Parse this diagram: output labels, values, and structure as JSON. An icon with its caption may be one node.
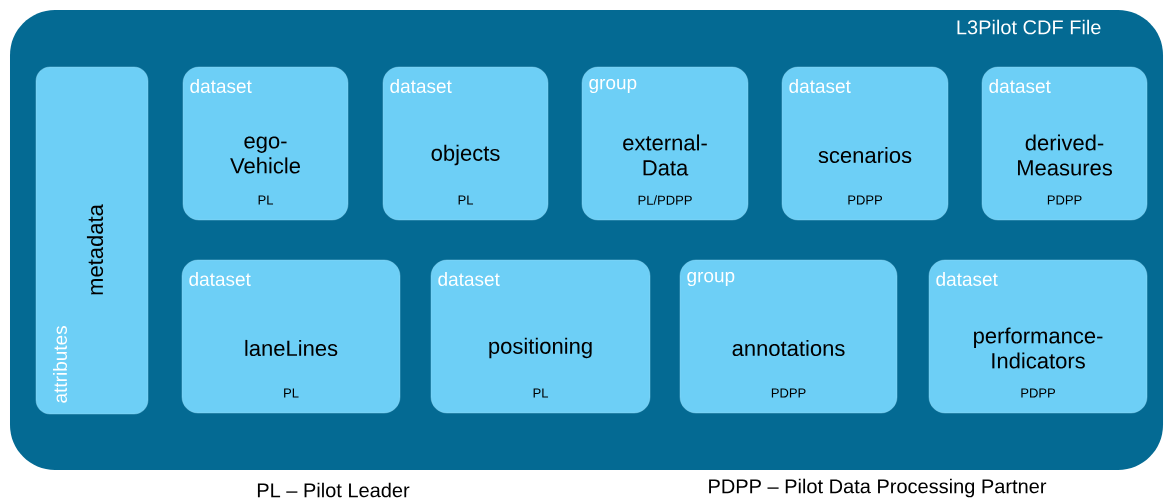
{
  "diagram": {
    "nodes": [
      {
        "text": [
          "L3Pilot CDF File"
        ]
      },
      {
        "text": [
          "metadata",
          "attributes"
        ],
        "in": 0
      },
      {
        "text": [
          "dataset",
          "ego-Vehicle",
          "PL"
        ],
        "in": 0
      },
      {
        "text": [
          "dataset",
          "objects",
          "PL"
        ],
        "in": 0
      },
      {
        "text": [
          "group",
          "external-Data",
          "PL/PDPP"
        ],
        "in": 0
      },
      {
        "text": [
          "dataset",
          "scenarios",
          "PDPP"
        ],
        "in": 0
      },
      {
        "text": [
          "dataset",
          "derived-Measures",
          "PDPP"
        ],
        "in": 0
      },
      {
        "text": [
          "dataset",
          "laneLines",
          "PL"
        ],
        "in": 0
      },
      {
        "text": [
          "dataset",
          "positioning",
          "PL"
        ],
        "in": 0
      },
      {
        "text": [
          "group",
          "annotations",
          "PDPP"
        ],
        "in": 0
      },
      {
        "text": [
          "dataset",
          "performance-Indicators",
          "PDPP"
        ],
        "in": 0
      }
    ],
    "labels": [
      "PL – Pilot Leader",
      "PDPP – Pilot Data Processing Partner"
    ]
  }
}
